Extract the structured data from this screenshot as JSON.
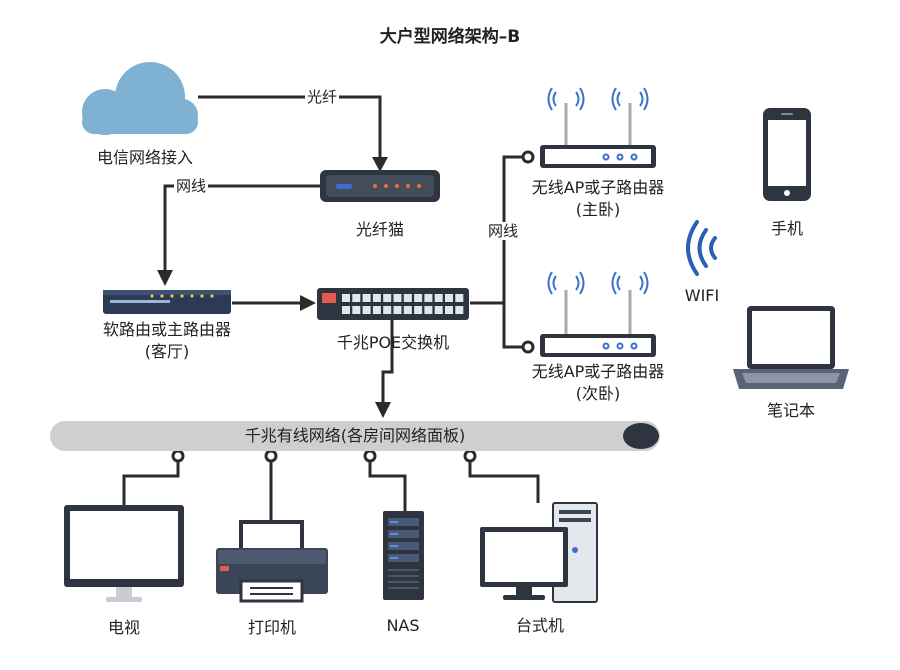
{
  "title": "大户型网络架构–B",
  "nodes": {
    "isp": "电信网络接入",
    "optical_modem": "光纤猫",
    "soft_router": "软路由或主路由器",
    "soft_router_sub": "(客厅)",
    "poe_switch": "千兆POE交换机",
    "ap_main": "无线AP或子路由器",
    "ap_main_sub": "(主卧)",
    "ap_second": "无线AP或子路由器",
    "ap_second_sub": "(次卧)",
    "phone": "手机",
    "wifi": "WIFI",
    "laptop": "笔记本",
    "tv": "电视",
    "printer": "打印机",
    "nas": "NAS",
    "desktop": "台式机"
  },
  "edges": {
    "fiber": "光纤",
    "cable_modem_router": "网线",
    "cable_switch_ap": "网线"
  },
  "bus": {
    "label": "千兆有线网络(各房间网络面板)"
  },
  "colors": {
    "cloud": "#7fb1d3",
    "device_dark": "#2e3440",
    "device_navy": "#2b3a55",
    "ap_blue": "#3b6fd0",
    "wifi_blue": "#2a5fb5",
    "bus": "#cfcfcf",
    "line": "#2b2b2b"
  }
}
